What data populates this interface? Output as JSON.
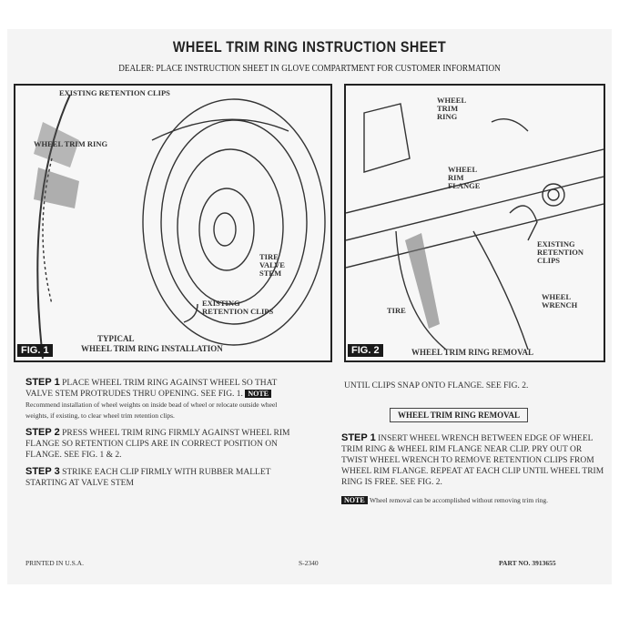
{
  "title": "WHEEL TRIM RING INSTRUCTION SHEET",
  "subtitle": "DEALER: PLACE INSTRUCTION SHEET IN GLOVE COMPARTMENT FOR CUSTOMER INFORMATION",
  "fig1": {
    "tag": "FIG. 1",
    "caption1": "TYPICAL",
    "caption2": "WHEEL TRIM RING INSTALLATION",
    "labels": {
      "clips_top": "EXISTING RETENTION CLIPS",
      "ring": "WHEEL TRIM RING",
      "stem": "TIRE VALVE STEM",
      "clips_bottom1": "EXISTING",
      "clips_bottom2": "RETENTION CLIPS"
    }
  },
  "fig2": {
    "tag": "FIG. 2",
    "caption": "WHEEL TRIM RING REMOVAL",
    "labels": {
      "ring": "WHEEL TRIM RING",
      "flange": "WHEEL RIM FLANGE",
      "clips": "EXISTING RETENTION CLIPS",
      "tire": "TIRE",
      "wrench": "WHEEL WRENCH"
    }
  },
  "install": {
    "step1_label": "STEP 1",
    "step1": "PLACE WHEEL TRIM RING AGAINST WHEEL SO THAT VALVE STEM PROTRUDES THRU OPENING. SEE FIG. 1.",
    "note_label": "NOTE",
    "note1": "Recommend installation of wheel weights on inside bead of wheel or relocate outside wheel weights, if existing, to clear wheel trim retention clips.",
    "step2_label": "STEP 2",
    "step2": "PRESS WHEEL TRIM RING FIRMLY AGAINST WHEEL RIM FLANGE SO RETENTION CLIPS ARE IN CORRECT POSITION ON FLANGE. SEE FIG. 1 & 2.",
    "step3_label": "STEP 3",
    "step3": "STRIKE EACH CLIP FIRMLY WITH RUBBER MALLET STARTING AT VALVE STEM",
    "step3_cont": "UNTIL CLIPS SNAP ONTO FLANGE. SEE FIG. 2."
  },
  "removal": {
    "heading": "WHEEL TRIM RING REMOVAL",
    "step1_label": "STEP 1",
    "step1": "INSERT WHEEL WRENCH BETWEEN EDGE OF WHEEL TRIM RING & WHEEL RIM FLANGE NEAR CLIP. PRY OUT OR TWIST WHEEL WRENCH TO REMOVE RETENTION CLIPS FROM WHEEL RIM FLANGE. REPEAT AT EACH CLIP UNTIL WHEEL TRIM RING IS FREE. SEE FIG. 2.",
    "note_label": "NOTE",
    "note": "Wheel removal can be accomplished without removing trim ring."
  },
  "footer": {
    "printed": "PRINTED IN U.S.A.",
    "code": "S-2340",
    "part": "PART NO. 3913655"
  }
}
